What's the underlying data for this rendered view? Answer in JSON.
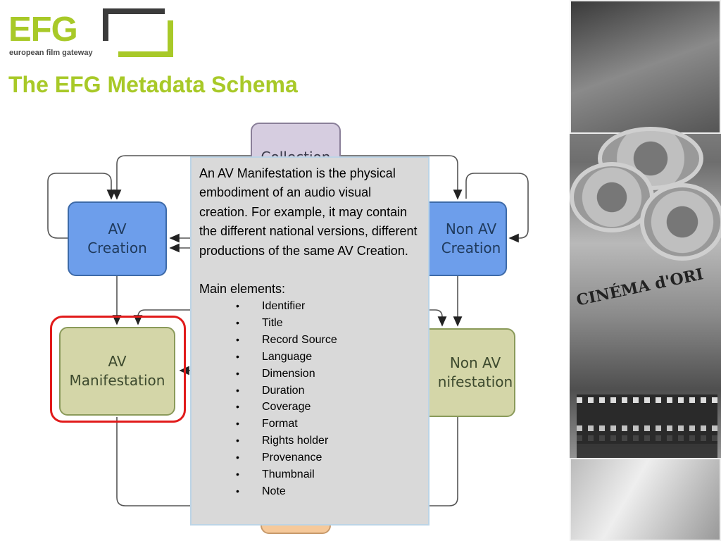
{
  "logo": {
    "wordmark": "EFG",
    "subtitle": "european film gateway",
    "colors": {
      "green": "#a8c928",
      "dark": "#3b3b3b"
    }
  },
  "slide": {
    "title": "The EFG Metadata Schema"
  },
  "diagram": {
    "nodes": {
      "collection": "Collection",
      "av_creation": [
        "AV",
        "Creation"
      ],
      "non_av_creation": [
        "Non AV",
        "Creation"
      ],
      "av_manifestation": [
        "AV",
        "Manifestation"
      ],
      "non_av_manifestation": [
        "Non AV",
        "nifestation"
      ]
    },
    "highlighted_node": "av_manifestation",
    "highlight_color": "#e11b1b"
  },
  "info_box": {
    "description": "An AV Manifestation is the physical embodiment of an audio visual creation. For example, it may contain the different national versions, different productions of the same AV Creation.",
    "heading": "Main elements:",
    "elements": [
      "Identifier",
      "Title",
      "Record Source",
      "Language",
      "Dimension",
      "Duration",
      "Coverage",
      "Format",
      "Rights holder",
      "Provenance",
      "Thumbnail",
      "Note"
    ]
  },
  "collage": {
    "film_text": "CINÉMA d'ORI"
  }
}
